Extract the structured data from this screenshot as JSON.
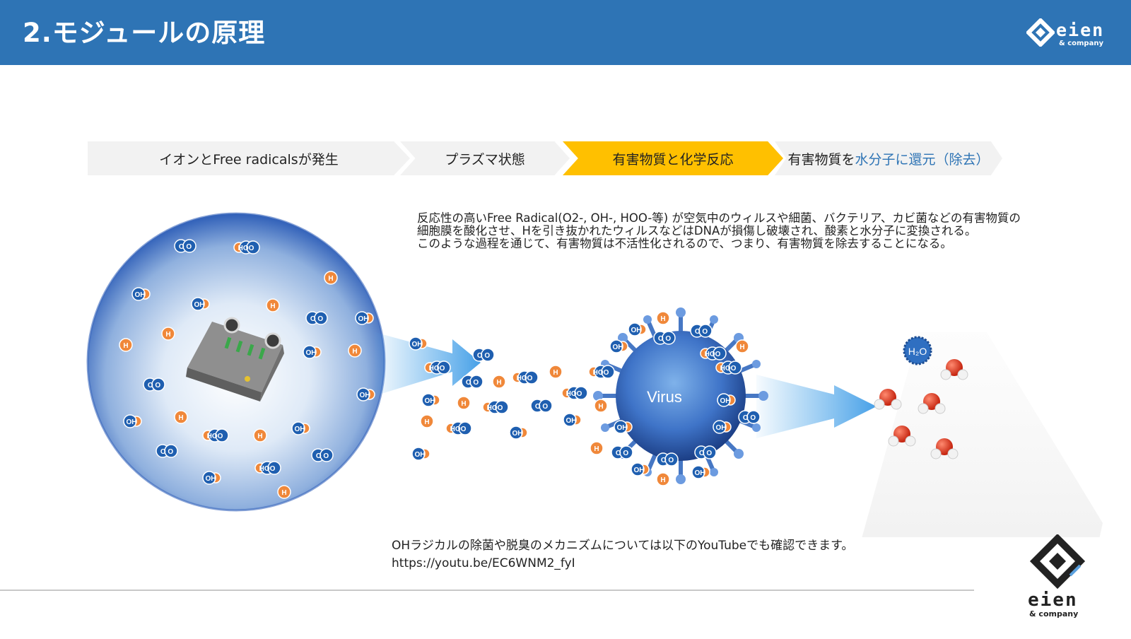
{
  "header": {
    "title": "2.モジュールの原理",
    "logo": {
      "word": "eien",
      "sub": "& company"
    }
  },
  "steps": [
    {
      "label": "イオンとFree radicalsが発生"
    },
    {
      "label": "プラズマ状態"
    },
    {
      "label": "有害物質と化学反応"
    },
    {
      "label_prefix": "有害物質を",
      "label_highlight": "水分子に還元（除去）"
    }
  ],
  "description": {
    "lines": [
      "反応性の高いFree Radical(O2-, OH-, HOO-等) が空気中のウィルスや細菌、バクテリア、カビ菌などの有害物質の",
      "細胞膜を酸化させ、Hを引き抜かれたウィルスなどはDNAが損傷し破壊され、酸素と水分子に変換される。",
      "このような過程を通じて、有害物質は不活性化されるので、つまり、有害物質を除去することになる。"
    ]
  },
  "illustration": {
    "virus_label": "Virus",
    "molecule_labels": {
      "oxygen": "O O",
      "hydroxyl": "OH",
      "hydroperoxyl": "HOO",
      "hydrogen": "H",
      "water": "H₂O"
    }
  },
  "note": {
    "text": "OHラジカルの除菌や脱臭のメカニズムについては以下のYouTubeでも確認できます。",
    "url": "https://youtu.be/EC6WNM2_fyI"
  },
  "corner_logo": {
    "word": "eien",
    "sub": "& company"
  },
  "colors": {
    "header_blue": "#2e74b5",
    "highlight_step": "#ffc000",
    "step_gray": "#f2f2f2",
    "link_blue": "#2e74b5"
  }
}
